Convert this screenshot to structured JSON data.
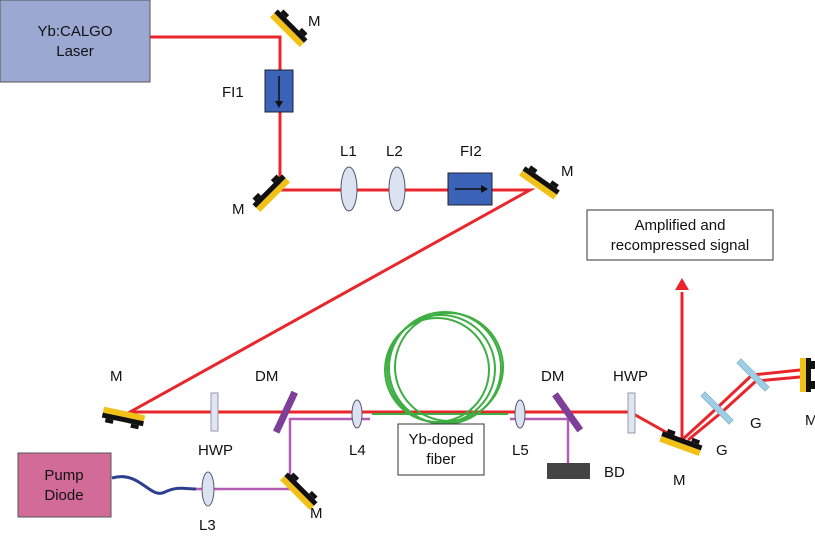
{
  "colors": {
    "beam": "#e8262b",
    "pump": "#b35cb3",
    "fiber_green": "#3fae43",
    "mirror_gold": "#f2c118",
    "mirror_black": "#111111",
    "isolator_fill": "#3b63b8",
    "laser_box": "#9aa8d2",
    "pump_box": "#d36b98",
    "cable": "#2e3f8f",
    "dm_purple": "#7d3f98",
    "hwp": "#dfe6f3",
    "grating": "#9ecde8",
    "lens": "#dbe3f2",
    "beam_dump": "#444444"
  },
  "boxes": {
    "laser": "Yb:CALGO\nLaser",
    "pump": "Pump\nDiode",
    "fiber": "Yb-doped\nfiber",
    "output": "Amplified and\nrecompressed signal"
  },
  "labels": {
    "m": "M",
    "fi1": "FI1",
    "fi2": "FI2",
    "l1": "L1",
    "l2": "L2",
    "l3": "L3",
    "l4": "L4",
    "l5": "L5",
    "dm": "DM",
    "hwp": "HWP",
    "g": "G",
    "bd": "BD"
  }
}
